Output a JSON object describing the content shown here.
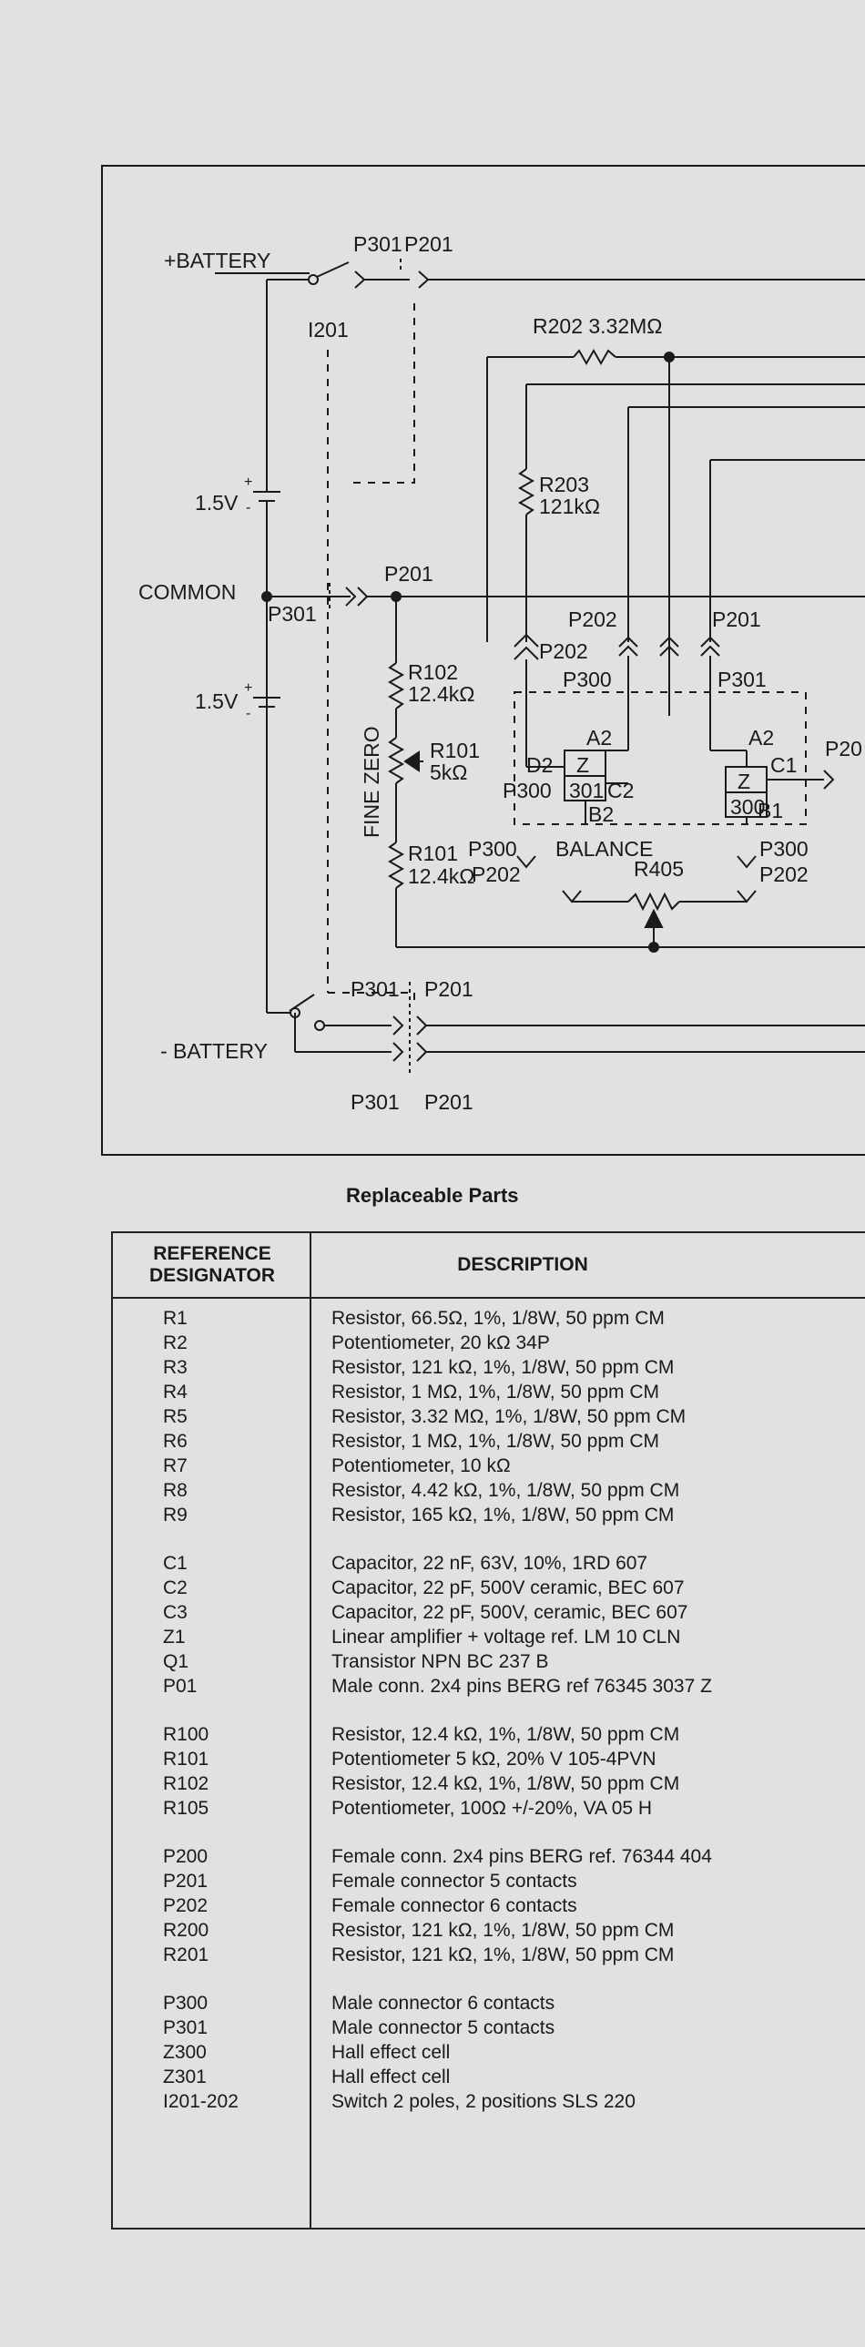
{
  "schematic": {
    "labels": {
      "pos_battery": "+BATTERY",
      "neg_battery": "- BATTERY",
      "common": "COMMON",
      "cell_voltage": "1.5V",
      "p301": "P301",
      "p201": "P201",
      "p202": "P202",
      "p300": "P300",
      "p20_cut": "P20",
      "i201": "I201",
      "r202": "R202 3.32MΩ",
      "r203": "R203",
      "r203_val": "121kΩ",
      "r102": "R102",
      "r102_val": "12.4kΩ",
      "r101_pot": "R101",
      "r101_pot_val": "5kΩ",
      "r101": "R101",
      "r101_val": "12.4kΩ",
      "fine_zero": "FINE ZERO",
      "balance": "BALANCE",
      "r405": "R405",
      "d2": "D2",
      "c2": "C2",
      "b2": "B2",
      "a2": "A2",
      "z": "Z",
      "z301": "301",
      "z300": "300",
      "c1": "C1",
      "b1": "B1"
    }
  },
  "parts": {
    "title": "Replaceable Parts",
    "headers": {
      "ref_line1": "REFERENCE",
      "ref_line2": "DESIGNATOR",
      "description": "DESCRIPTION"
    },
    "groups": [
      [
        {
          "ref": "R1",
          "desc": "Resistor, 66.5Ω, 1%, 1/8W, 50 ppm CM"
        },
        {
          "ref": "R2",
          "desc": "Potentiometer, 20 kΩ 34P"
        },
        {
          "ref": "R3",
          "desc": "Resistor, 121 kΩ, 1%, 1/8W, 50 ppm CM"
        },
        {
          "ref": "R4",
          "desc": "Resistor, 1 MΩ, 1%, 1/8W, 50 ppm CM"
        },
        {
          "ref": "R5",
          "desc": "Resistor, 3.32 MΩ, 1%, 1/8W, 50 ppm CM"
        },
        {
          "ref": "R6",
          "desc": "Resistor, 1 MΩ, 1%, 1/8W, 50 ppm CM"
        },
        {
          "ref": "R7",
          "desc": "Potentiometer, 10 kΩ"
        },
        {
          "ref": "R8",
          "desc": "Resistor, 4.42 kΩ, 1%, 1/8W, 50 ppm CM"
        },
        {
          "ref": "R9",
          "desc": "Resistor, 165 kΩ, 1%, 1/8W, 50 ppm CM"
        }
      ],
      [
        {
          "ref": "C1",
          "desc": "Capacitor, 22 nF, 63V, 10%, 1RD 607"
        },
        {
          "ref": "C2",
          "desc": "Capacitor, 22 pF, 500V ceramic, BEC 607"
        },
        {
          "ref": "C3",
          "desc": "Capacitor, 22 pF, 500V, ceramic, BEC 607"
        },
        {
          "ref": "Z1",
          "desc": "Linear amplifier + voltage ref. LM 10 CLN"
        },
        {
          "ref": "Q1",
          "desc": "Transistor NPN BC 237 B"
        },
        {
          "ref": "P01",
          "desc": "Male conn. 2x4 pins BERG ref 76345 3037 Z"
        }
      ],
      [
        {
          "ref": "R100",
          "desc": "Resistor, 12.4 kΩ, 1%, 1/8W, 50 ppm CM"
        },
        {
          "ref": "R101",
          "desc": "Potentiometer 5 kΩ, 20% V 105-4PVN"
        },
        {
          "ref": "R102",
          "desc": "Resistor, 12.4 kΩ, 1%, 1/8W, 50 ppm CM"
        },
        {
          "ref": "R105",
          "desc": "Potentiometer, 100Ω +/-20%, VA 05 H"
        }
      ],
      [
        {
          "ref": "P200",
          "desc": "Female conn. 2x4 pins BERG ref. 76344 404"
        },
        {
          "ref": "P201",
          "desc": "Female connector 5 contacts"
        },
        {
          "ref": "P202",
          "desc": "Female connector 6 contacts"
        },
        {
          "ref": "R200",
          "desc": "Resistor, 121 kΩ, 1%, 1/8W, 50 ppm CM"
        },
        {
          "ref": "R201",
          "desc": "Resistor, 121 kΩ, 1%, 1/8W, 50 ppm CM"
        }
      ],
      [
        {
          "ref": "P300",
          "desc": "Male connector 6 contacts"
        },
        {
          "ref": "P301",
          "desc": "Male connector 5 contacts"
        },
        {
          "ref": "Z300",
          "desc": "Hall effect cell"
        },
        {
          "ref": "Z301",
          "desc": "Hall effect cell"
        },
        {
          "ref": "I201-202",
          "desc": "Switch 2 poles, 2 positions SLS 220"
        }
      ]
    ]
  }
}
